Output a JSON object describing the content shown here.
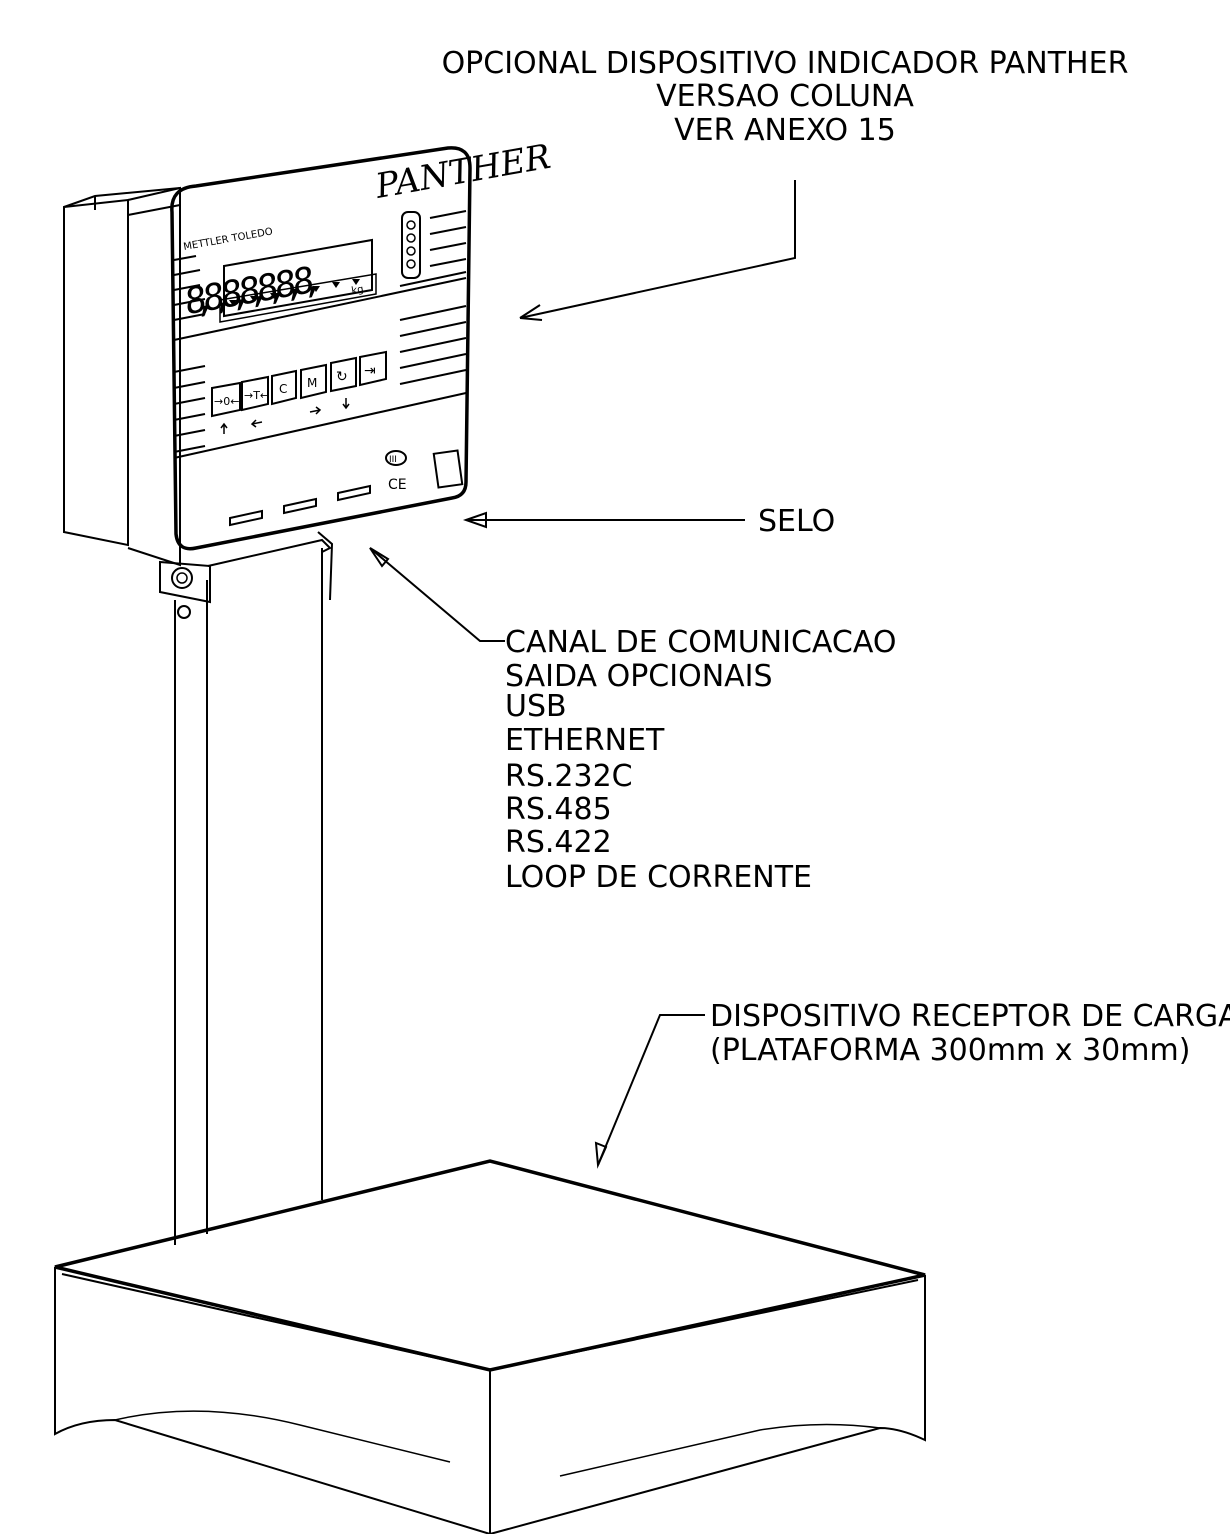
{
  "callouts": {
    "indicator": [
      "OPCIONAL DISPOSITIVO INDICADOR PANTHER",
      "VERSAO COLUNA",
      "VER ANEXO 15"
    ],
    "seal": "SELO",
    "communication": [
      "CANAL DE COMUNICACAO",
      "SAIDA OPCIONAIS",
      "USB",
      "ETHERNET",
      "RS.232C",
      "RS.485",
      "RS.422",
      "LOOP DE CORRENTE"
    ],
    "platform": [
      "DISPOSITIVO RECEPTOR DE CARGA",
      "(PLATAFORMA 300mm x 30mm)"
    ]
  },
  "device": {
    "brand_logo": "PANTHER",
    "maker": "METTLER TOLEDO",
    "display_digits": "8,8,8,8,8,8,8,",
    "display_unit": "kg",
    "keys": [
      "→0←",
      "→T←",
      "C",
      "M",
      "↻",
      "⇥"
    ],
    "accuracy_class": "III",
    "ce_mark": "CE"
  }
}
